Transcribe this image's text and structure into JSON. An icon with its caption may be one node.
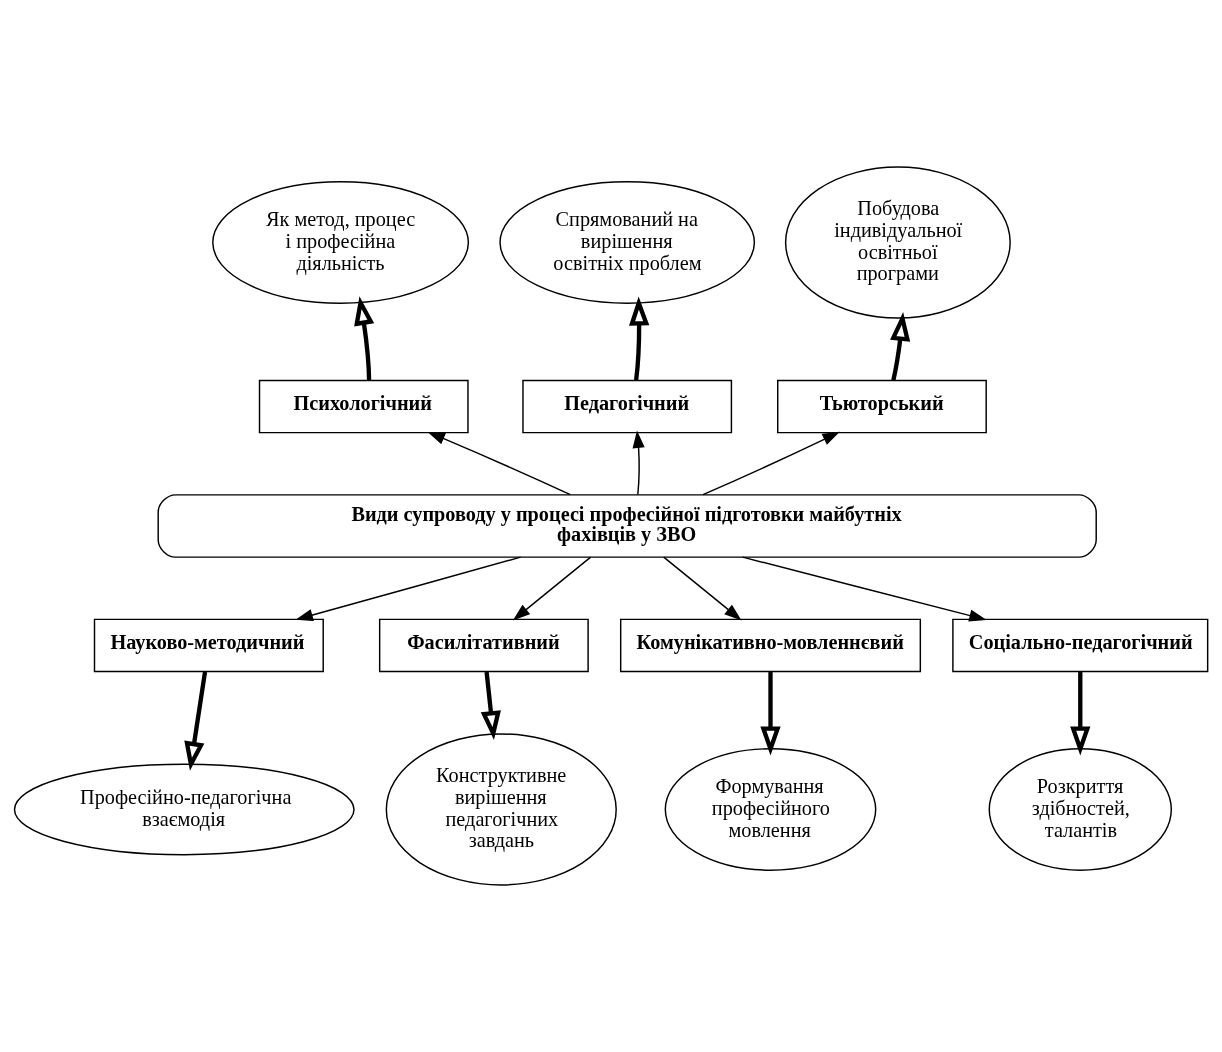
{
  "diagram": {
    "nodes": [
      {
        "text": [
          "Як метод, процес і професійна діяльність"
        ]
      },
      {
        "text": [
          "Спрямований на вирішення освітніх проблем"
        ]
      },
      {
        "text": [
          "Побудова індивідуальної освітньої програми"
        ]
      },
      {
        "text": [
          "Психологічний"
        ]
      },
      {
        "text": [
          "Педагогічний"
        ]
      },
      {
        "text": [
          "Тьюторський"
        ]
      },
      {
        "text": [
          "Види супроводу у процесі професійної підготовки майбутніх фахівців у ЗВО"
        ]
      },
      {
        "text": [
          "Науково-методичний"
        ]
      },
      {
        "text": [
          "Фасилітативний"
        ]
      },
      {
        "text": [
          "Комунікативно-мовленнєвий"
        ]
      },
      {
        "text": [
          "Соціально-педагогічний"
        ]
      },
      {
        "text": [
          "Професійно-педагогічна взаємодія"
        ]
      },
      {
        "text": [
          "Конструктивне вирішення педагогічних завдань"
        ]
      },
      {
        "text": [
          "Формування професійного мовлення"
        ]
      },
      {
        "text": [
          "Розкриття здібностей, талантів"
        ]
      }
    ],
    "edges": [
      {
        "from": 3,
        "to": 0,
        "arrow": "to",
        "style": "thick"
      },
      {
        "from": 4,
        "to": 1,
        "arrow": "to",
        "style": "thick"
      },
      {
        "from": 5,
        "to": 2,
        "arrow": "to",
        "style": "thick"
      },
      {
        "from": 6,
        "to": 3,
        "arrow": "to"
      },
      {
        "from": 6,
        "to": 4,
        "arrow": "to"
      },
      {
        "from": 6,
        "to": 5,
        "arrow": "to"
      },
      {
        "from": 6,
        "to": 7,
        "arrow": "to"
      },
      {
        "from": 6,
        "to": 8,
        "arrow": "to"
      },
      {
        "from": 6,
        "to": 9,
        "arrow": "to"
      },
      {
        "from": 6,
        "to": 10,
        "arrow": "to"
      },
      {
        "from": 7,
        "to": 11,
        "arrow": "to",
        "style": "thick"
      },
      {
        "from": 8,
        "to": 12,
        "arrow": "to",
        "style": "thick"
      },
      {
        "from": 9,
        "to": 13,
        "arrow": "to",
        "style": "thick"
      },
      {
        "from": 10,
        "to": 14,
        "arrow": "to",
        "style": "thick"
      }
    ]
  }
}
